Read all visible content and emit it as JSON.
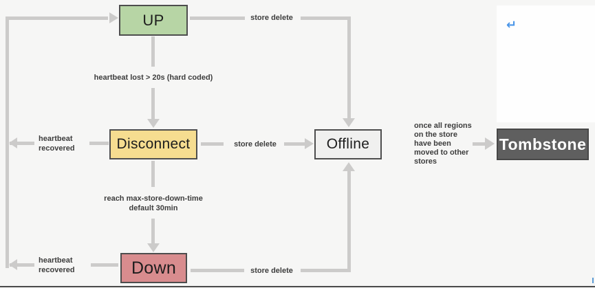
{
  "diagram": {
    "title_hint": "store state machine",
    "states": {
      "up": {
        "label": "UP",
        "fill": "#b7d5a5"
      },
      "disconnect": {
        "label": "Disconnect",
        "fill": "#f6dd90"
      },
      "down": {
        "label": "Down",
        "fill": "#d88c8e"
      },
      "offline": {
        "label": "Offline",
        "fill": "#f0f0ef"
      },
      "tombstone": {
        "label": "Tombstone",
        "fill": "#5f5f5f",
        "text_color": "#ffffff"
      }
    },
    "edges": {
      "store_delete": "store delete",
      "heartbeat_lost": "heartbeat lost > 20s (hard coded)",
      "reach_max": "reach max-store-down-time\ndefault 30min",
      "heartbeat_recovered": "heartbeat\nrecovered",
      "tombstone_condition": "once all regions\non the store\nhave been\nmoved to other\nstores"
    },
    "colors": {
      "line": "#cccbca",
      "box_border": "#4d4d4d",
      "background": "#f6f6f5",
      "page_white": "#fefefe",
      "formatting_mark_blue": "#4b96e8",
      "label_text": "#3d3d3d"
    },
    "formatting_mark": "↵"
  }
}
